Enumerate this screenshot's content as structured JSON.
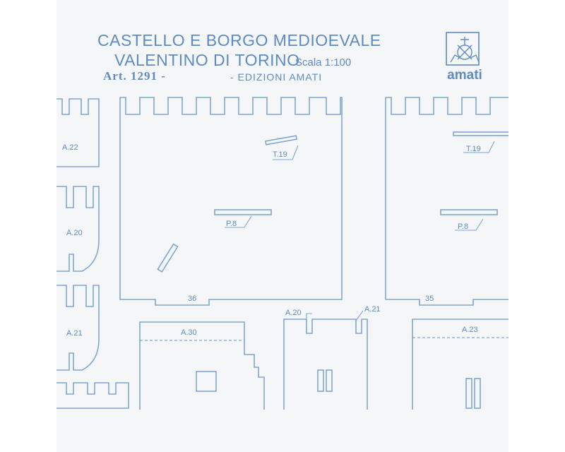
{
  "header": {
    "title_line1": "CASTELLO E BORGO MEDIOEVALE",
    "title_line2": "VALENTINO DI TORINO",
    "scale": "Scala 1:100",
    "article": "Art. 1291 -",
    "edition": "- EDIZIONI AMATI"
  },
  "logo": {
    "text": "amati",
    "icon": "knight-on-horse-icon"
  },
  "labels": {
    "a22": "A.22",
    "a20_left": "A.20",
    "a21_left": "A.21",
    "t19_left": "T.19",
    "p8_left": "P.8",
    "num36": "36",
    "t19_right": "T.19",
    "p8_right": "P.8",
    "num35": "35",
    "a20_mid": "A.20",
    "a21_mid": "A.21",
    "a30": "A.30",
    "a23": "A.23"
  },
  "colors": {
    "line": "#7ea6d8",
    "text": "#5d8bc4",
    "paper": "#f4f6f8"
  }
}
